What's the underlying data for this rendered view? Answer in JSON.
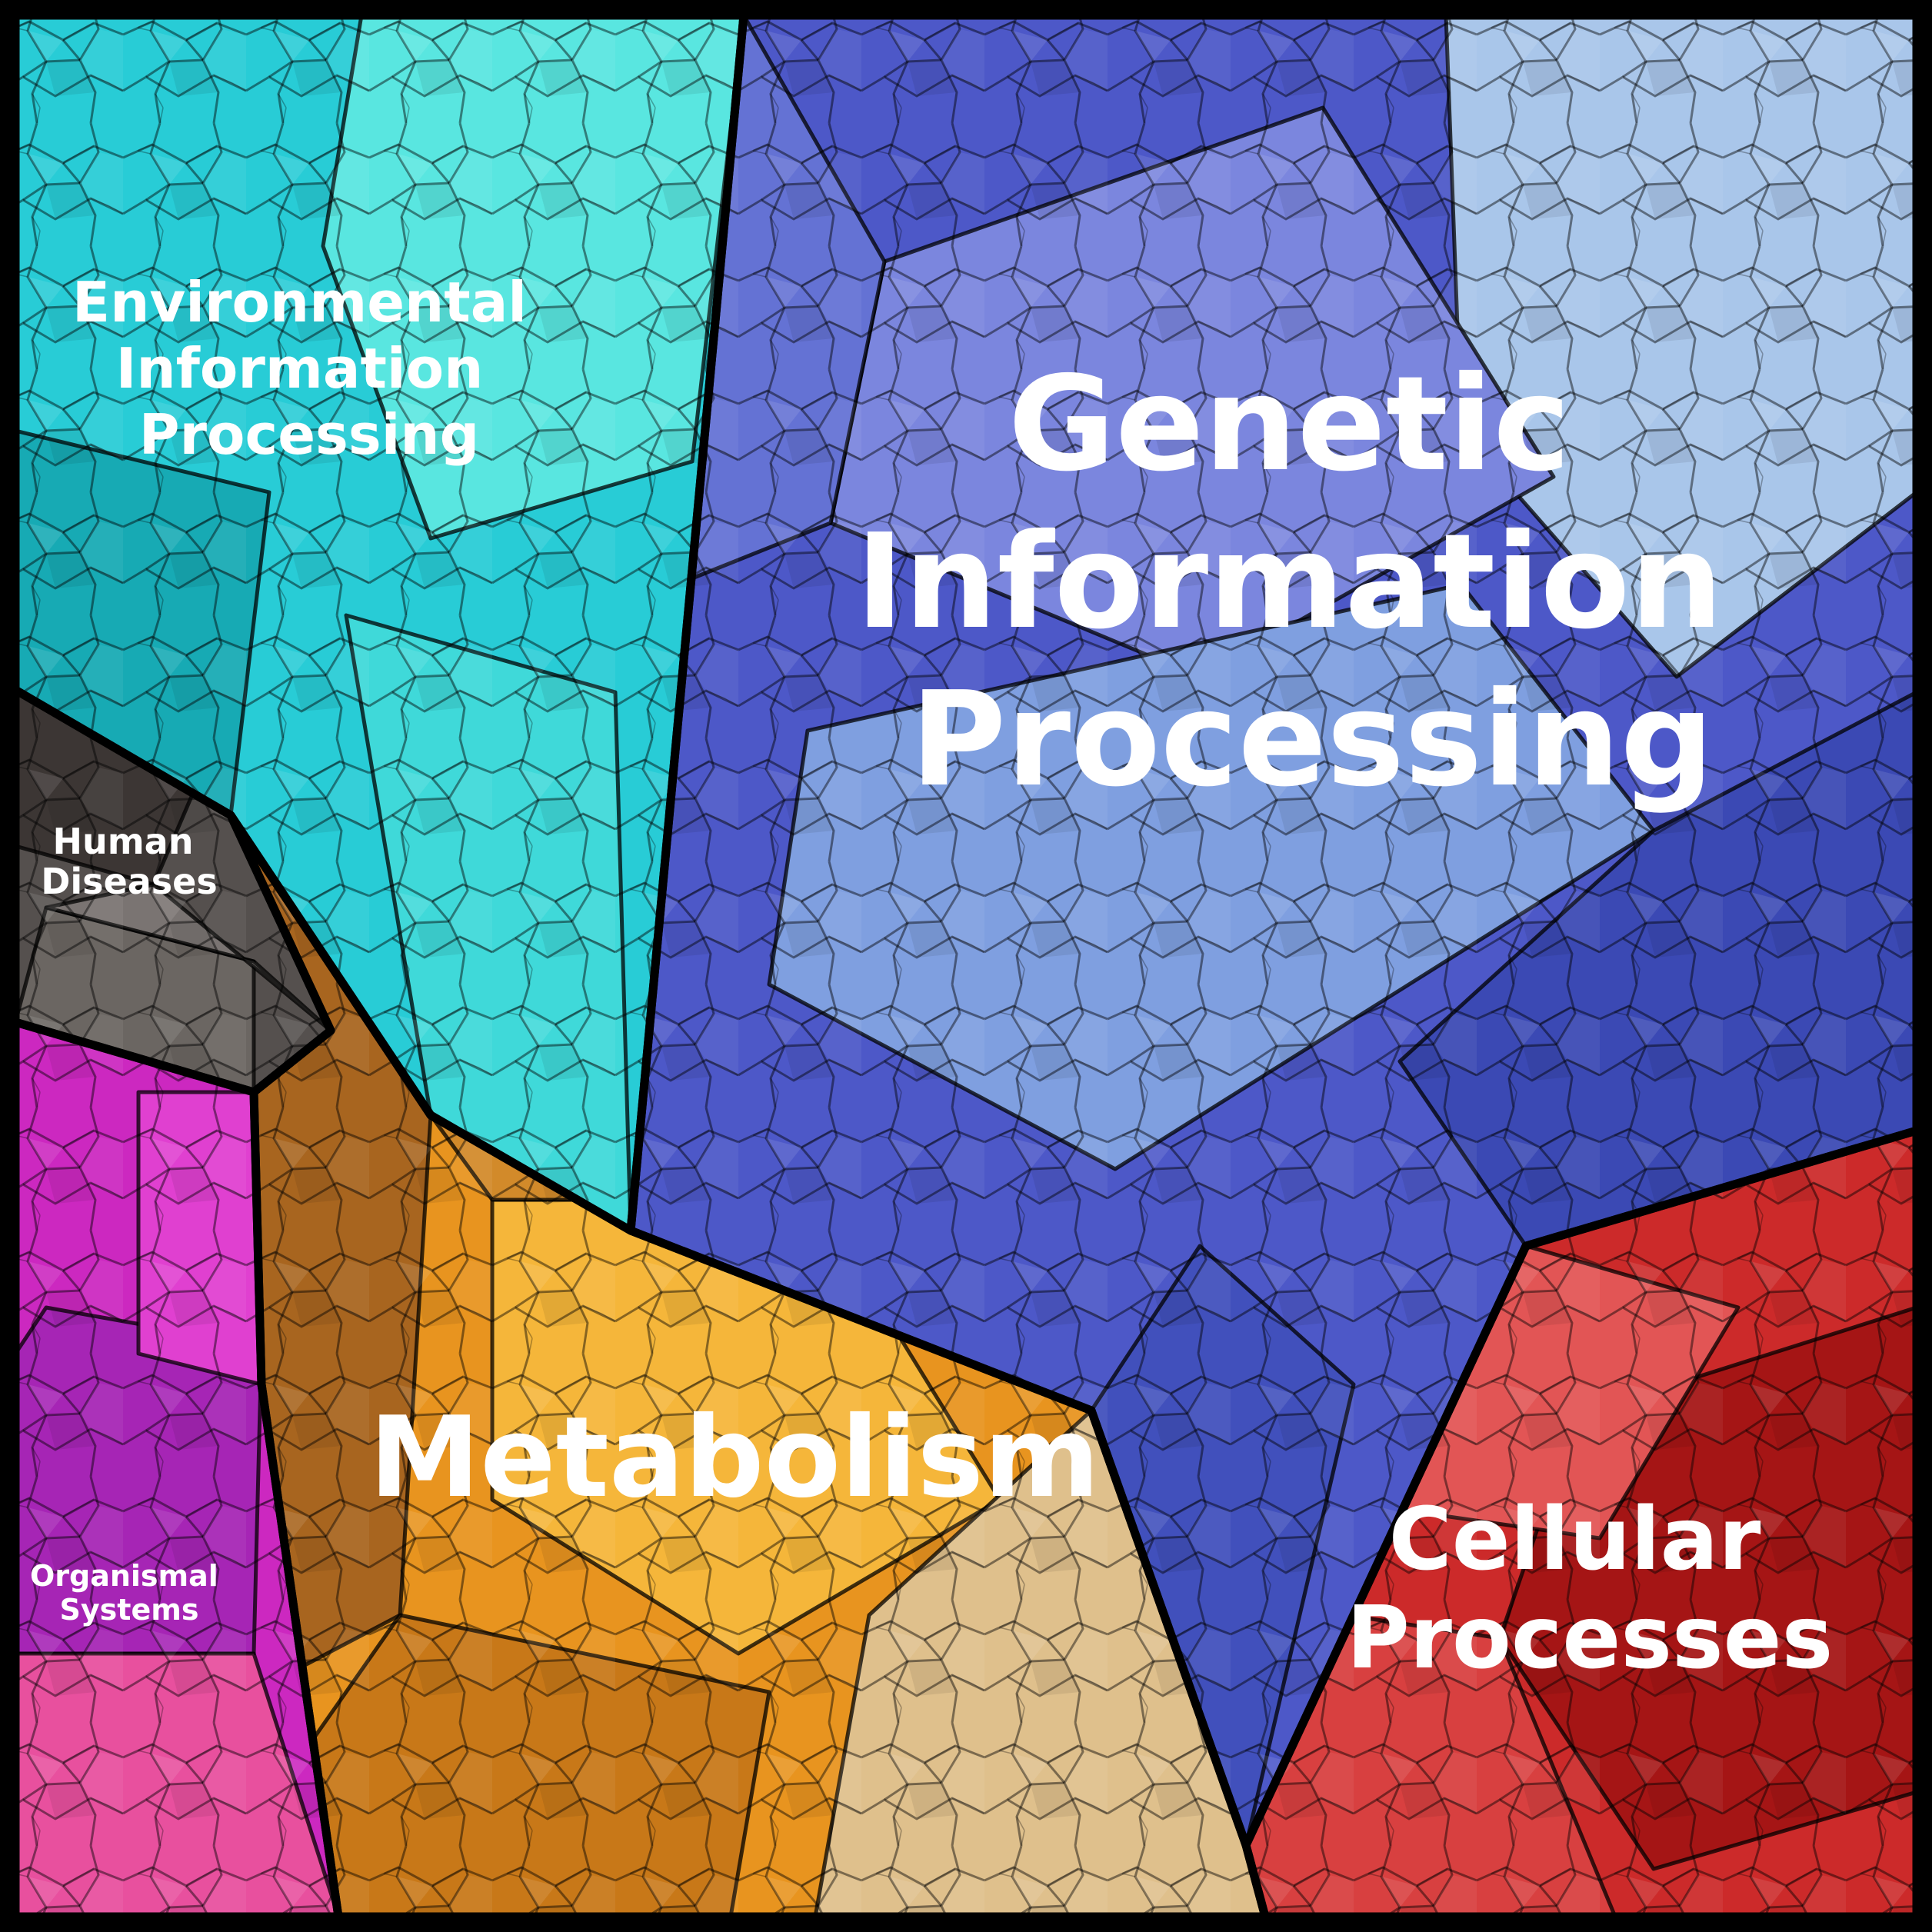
{
  "figure": {
    "kind": "voronoi-treemap",
    "background_color": "#000000",
    "border_color": "#000000"
  },
  "chart_data": {
    "type": "treemap",
    "subtype": "voronoi-treemap",
    "title": "",
    "legend": null,
    "notes": "Hierarchical Voronoi treemap of six top-level categories; cell areas approximate share of total figure area, estimated from pixels.",
    "regions": [
      {
        "id": "genetic-information-processing",
        "label": "Genetic Information Processing",
        "label_lines": [
          "Genetic",
          "Information",
          "Processing"
        ],
        "label_color": "#ffffff",
        "value_area_pct": 37,
        "color": "#4d58c8",
        "shades": [
          "#a9c6ea",
          "#7b86de",
          "#7f9fe0",
          "#3b49b4",
          "#4150bc",
          "#6472d4"
        ]
      },
      {
        "id": "environmental-information-processing",
        "label": "Environmental Information Processing",
        "label_lines": [
          "Environmental",
          "Information",
          "Processing"
        ],
        "label_color": "#ffffff",
        "value_area_pct": 14,
        "color": "#28ccd6",
        "shades": [
          "#59e6e0",
          "#17aab4",
          "#3fd9d9"
        ]
      },
      {
        "id": "human-diseases",
        "label": "Human Diseases",
        "label_lines": [
          "Human",
          "Diseases"
        ],
        "label_color": "#ffffff",
        "value_area_pct": 4,
        "color": "#55504e",
        "shades": [
          "#3c3634",
          "#6b6662",
          "#7a7472"
        ]
      },
      {
        "id": "metabolism",
        "label": "Metabolism",
        "label_lines": [
          "Metabolism"
        ],
        "label_color": "#ffffff",
        "value_area_pct": 23,
        "color": "#e8941f",
        "shades": [
          "#a8651f",
          "#f5b63a",
          "#dfc08c",
          "#c87818",
          "#d28a2a"
        ]
      },
      {
        "id": "organismal-systems",
        "label": "Organismal Systems",
        "label_lines": [
          "Organismal",
          "Systems"
        ],
        "label_color": "#ffffff",
        "value_area_pct": 7,
        "color": "#cc28c0",
        "shades": [
          "#e8509e",
          "#a625b5",
          "#e040d0"
        ]
      },
      {
        "id": "cellular-processes",
        "label": "Cellular Processes",
        "label_lines": [
          "Cellular",
          "Processes"
        ],
        "label_color": "#ffffff",
        "value_area_pct": 15,
        "color": "#cc2a2a",
        "shades": [
          "#a51515",
          "#e25555",
          "#d84040"
        ]
      }
    ]
  }
}
